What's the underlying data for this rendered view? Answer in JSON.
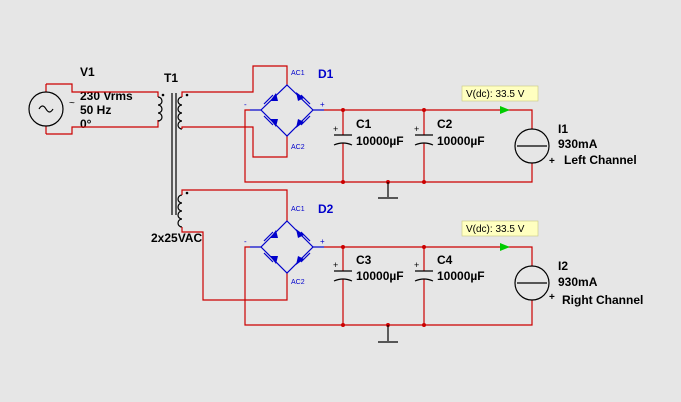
{
  "source": {
    "ref": "V1",
    "voltage": "230 Vrms",
    "frequency": "50 Hz",
    "phase": "0°"
  },
  "transformer": {
    "ref": "T1",
    "rating": "2x25VAC"
  },
  "bridges": [
    {
      "ref": "D1",
      "ac1": "AC1",
      "ac2": "AC2",
      "neg": "-",
      "pos": "+"
    },
    {
      "ref": "D2",
      "ac1": "AC1",
      "ac2": "AC2",
      "neg": "-",
      "pos": "+"
    }
  ],
  "probes": [
    {
      "label": "V(dc): 33.5 V"
    },
    {
      "label": "V(dc): 33.5 V"
    }
  ],
  "capacitors": [
    {
      "ref": "C1",
      "value": "10000µF"
    },
    {
      "ref": "C2",
      "value": "10000µF"
    },
    {
      "ref": "C3",
      "value": "10000µF"
    },
    {
      "ref": "C4",
      "value": "10000µF"
    }
  ],
  "loads": [
    {
      "ref": "I1",
      "current": "930mA",
      "channel": "Left Channel"
    },
    {
      "ref": "I2",
      "current": "930mA",
      "channel": "Right Channel"
    }
  ],
  "colors": {
    "wire": "#cc0000",
    "component": "#000000",
    "bridge": "#0000cc",
    "probe_bg": "#ffffc0",
    "probe_arrow": "#00cc00",
    "background": "#e6e6e6"
  }
}
